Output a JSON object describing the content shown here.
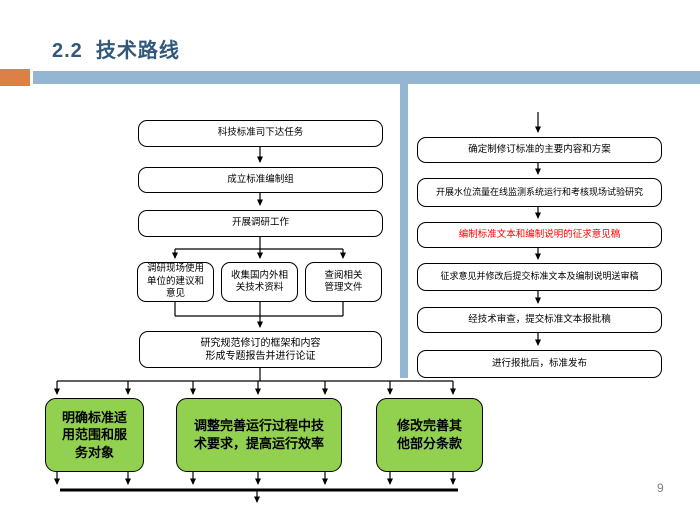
{
  "slide": {
    "title": "2.2  技术路线",
    "page_number": "9",
    "colors": {
      "accent_orange": "#DD8047",
      "band_blue": "#94B6D2",
      "title_blue": "#31587B",
      "box_green": "#92D050",
      "highlight_red": "#FF0000",
      "line_black": "#000000"
    }
  },
  "left_flow": {
    "step1": "科技标准司下达任务",
    "step2": "成立标准编制组",
    "step3": "开展调研工作",
    "branch1": "调研现场使用\n单位的建议和\n意见",
    "branch2": "收集国内外相\n关技术资料",
    "branch3": "查阅相关\n管理文件",
    "step4": "研究规范修订的框架和内容\n形成专题报告并进行论证"
  },
  "right_flow": {
    "step1": "确定制修订标准的主要内容和方案",
    "step2": "开展水位流量在线监测系统运行和考核现场试验研究",
    "step3": "编制标准文本和编制说明的征求意见稿",
    "step4": "征求意见并修改后提交标准文本及编制说明送审稿",
    "step5": "经技术审查，提交标准文本报批稿",
    "step6": "进行报批后，标准发布"
  },
  "green_boxes": {
    "box1": "明确标准适\n用范围和服\n务对象",
    "box2": "调整完善运行过程中技\n术要求，提高运行效率",
    "box3": "修改完善其\n他部分条款"
  }
}
